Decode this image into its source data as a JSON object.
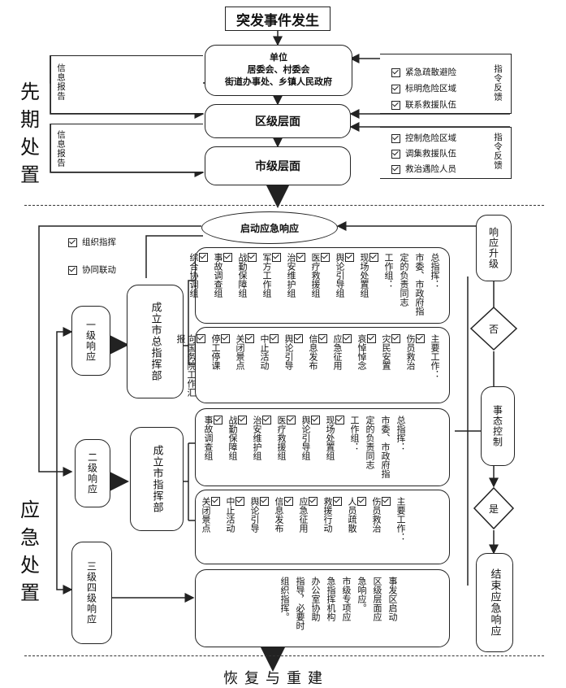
{
  "top": {
    "event": "突发事件发生",
    "unit_lines": [
      "单位",
      "居委会、村委会",
      "街道办事处、乡镇人民政府"
    ],
    "district": "区级层面",
    "city": "市级层面",
    "info_report": "信息报告",
    "cmd_feedback": "指令反馈",
    "checks_1": [
      "紧急疏散避险",
      "标明危险区域",
      "联系救援队伍"
    ],
    "checks_2": [
      "控制危险区域",
      "调集救援队伍",
      "救治遇险人员"
    ]
  },
  "sides": {
    "prelim": "先期处置",
    "emergency": "应急处置"
  },
  "start": "启动应急响应",
  "mid_checks": [
    "组织指挥",
    "协同联动"
  ],
  "level1": {
    "label": "一级响应",
    "hq": "成立市总指挥部",
    "commander": [
      "总指挥：",
      "市委、市政府指",
      "定的负责同志"
    ],
    "groups_label": "工作组：",
    "groups": [
      "现场处置组",
      "舆论引导组",
      "医疗救援组",
      "治安维护组",
      "军方工作组",
      "战勤保障组",
      "事故调查组",
      "综合协调组"
    ],
    "work_label": "主要工作：",
    "works": [
      "伤员救治",
      "灾民安置",
      "哀悼悼念",
      "应急征用",
      "信息发布",
      "舆论引导",
      "中止活动",
      "关闭景点",
      "停工停课",
      "向国务院工作汇报"
    ]
  },
  "level2": {
    "label": "二级响应",
    "hq": "成立市指挥部",
    "commander": [
      "总指挥：",
      "市委、市政府指",
      "定的负责同志"
    ],
    "groups_label": "工作组：",
    "groups": [
      "现场处置组",
      "舆论引导组",
      "医疗救援组",
      "治安维护组",
      "战勤保障组",
      "事故调查组"
    ],
    "work_label": "主要工作：",
    "works": [
      "伤员救治",
      "人员疏散",
      "救援行动",
      "应急征用",
      "信息发布",
      "舆论引导",
      "中止活动",
      "关闭景点"
    ]
  },
  "level34": {
    "label": "三级四级响应",
    "text": [
      "事发区启动",
      "区级层面应",
      "急响应。",
      "市级专项应",
      "急指挥机构",
      "办公室协助",
      "指导，必要时",
      "组织指挥。"
    ]
  },
  "right": {
    "upgrade": "响应升级",
    "no": "否",
    "control": "事态控制",
    "yes": "是",
    "end": "结束应急响应"
  },
  "bottom": "恢复与重建"
}
